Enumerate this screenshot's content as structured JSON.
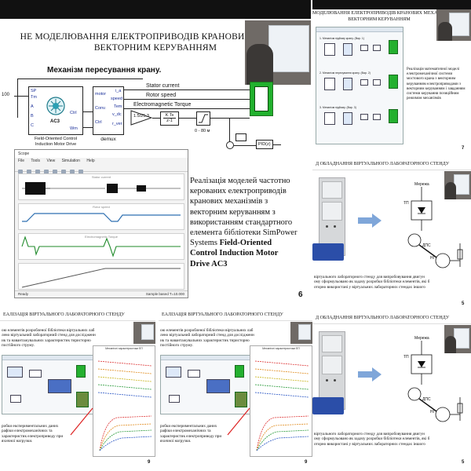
{
  "main": {
    "title_line1": "НЕ МОДЕЛЮВАННЯ ЕЛЕКТРОПРИВОДІВ КРАНОВИХ МЕХАНІ",
    "title_line2": "ВЕКТОРНИМ КЕРУВАННЯМ",
    "subtitle": "Механізм пересування крану.",
    "page_number": "6",
    "description_prefix": "Реалізація моделей частотно керованих електроприводів кранових механізмів з векторним керуванням з використанням стандартного елемента бібліотеки SimPower Systems ",
    "description_bold": "Field-Oriented Control Induction Motor Drive AC3",
    "diagram": {
      "drive_ports": [
        "SP",
        "Tm",
        "A",
        "B",
        "C",
        "Ctrl",
        "Wm"
      ],
      "drive_name": "AC3",
      "drive_caption_l1": "Field-Oriented Control",
      "drive_caption_l2": "Induction Motor Drive",
      "const_value": "100",
      "demux_ports": [
        "motor",
        "Conv.",
        "Ctrl"
      ],
      "demux_outputs": [
        "i_a",
        "speed",
        "Tem",
        "v_dc",
        "r_ver"
      ],
      "demux_label": "demux",
      "signal_stator": "Stator current",
      "signal_rotor": "Rotor speed",
      "signal_torque": "Electromagnetic Torque",
      "gain_label": "1.5/25.3",
      "tf_top": "K Ts",
      "tf_bottom": "z-1",
      "range_label": "0 - 80 м",
      "pid_label": "PID(z)",
      "scope_label": "Scope"
    },
    "scope_window": {
      "title": "Scope",
      "menu": [
        "File",
        "Tools",
        "View",
        "Simulation",
        "Help"
      ],
      "plot_titles": [
        "Stator current",
        "Rotor speed",
        "Electromagnetic Torque",
        ""
      ],
      "status_left": "Ready",
      "status_right": "Sample based  T=10.000"
    }
  },
  "slide7": {
    "title_line1": "МОДЕЛЮВАННЯ ЕЛЕКТРОПРИВОДІВ КРАНОВИХ МЕХАНІЗМІВ",
    "title_line2": "ВЕКТОРНИМ КЕРУВАННЯМ",
    "rows": [
      "1. Механізм підйому крану. (Вар. 1)",
      "2. Механізм пересування крану. (Вар. 2)",
      "3. Механізм підйому. (Вар. 3)"
    ],
    "text": "Реалізація математичної моделі електромеханічної системи мостового крана з векторним керуванням електроприводами з векторним керуванням і завданням системи керування позиційним режимом механізмів",
    "page_number": "7"
  },
  "slide5": {
    "header": "Д ОБЛАДНАННЯ ВІРТУАЛЬНОГО ЛАБОРАТОРНОГО СТЕНДУ",
    "label_mereja": "Мережа",
    "label_tp": "ТП",
    "label_dps": "ДПС",
    "label_ng": "НГ",
    "caption_l1": "віртуального лабораторного стенду для випробовування двигун",
    "caption_l2": "ому сформульовано як задачу розробки бібліотеки елементів, які б",
    "caption_l3": "оторно використані у віртуальних лабораторних стендах іншого",
    "page_number": "5"
  },
  "slide9": {
    "header": "ЕАЛІЗАЦІЯ ВІРТУАЛЬНОГО ЛАБОРАТОРНОГО СТЕНДУ",
    "text_l1": "ою елементів розробленої бібліотеки віртуальних лаб",
    "text_l2": "лено віртуальний лабораторний стенд для дослідженн",
    "text_l3": "ик та навантажувальних характеристик тиристорно",
    "text_l4": "постійного струму.",
    "chart_title": "Механічні характеристики ЕП",
    "bottom_l1": "робки експериментальних даних",
    "bottom_l2": "рафіки електромеханічних та",
    "bottom_l3": "характеристик електроприводу при",
    "bottom_l4": "яхичної нагрузки.",
    "page_number": "9"
  }
}
